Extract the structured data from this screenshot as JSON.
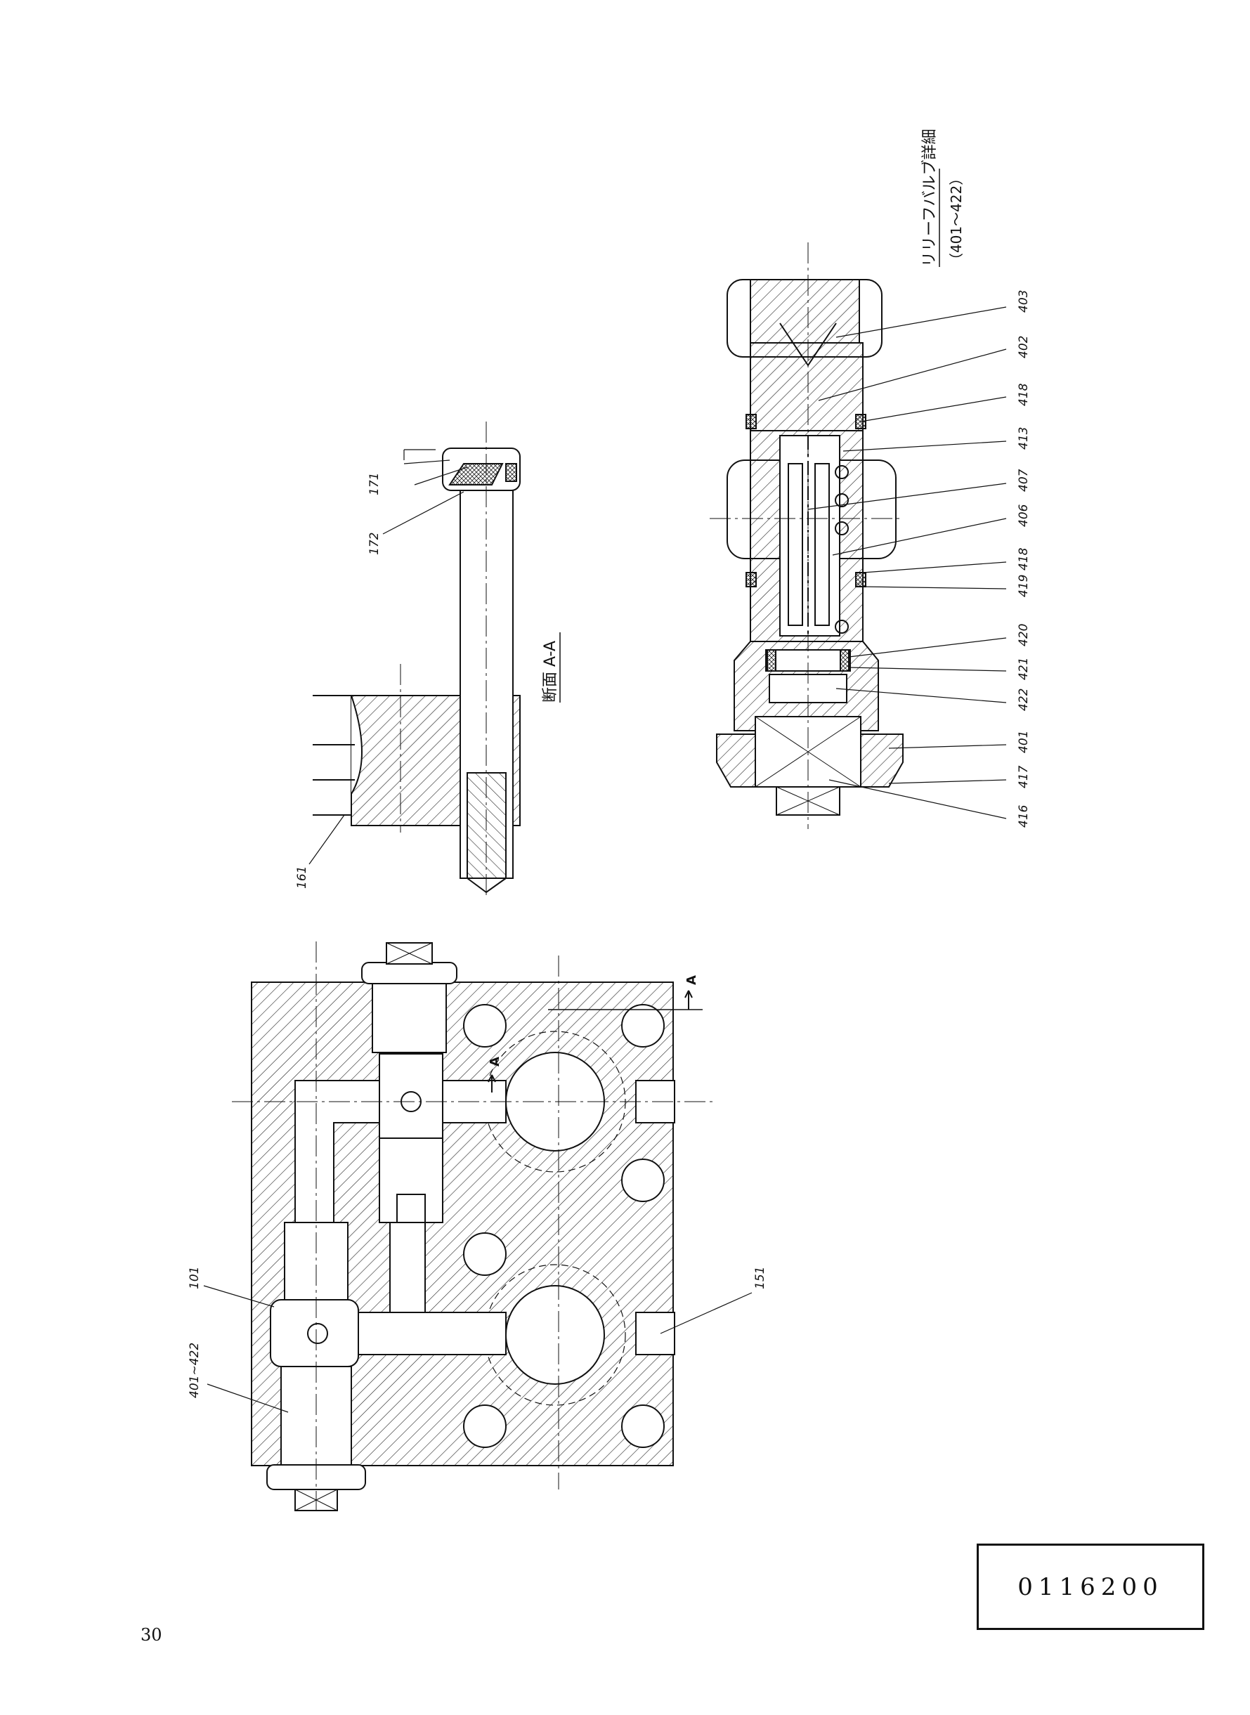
{
  "relief_valve_detail": {
    "title": "リリーフバルブ詳細",
    "subtitle": "（401～422）",
    "callouts": [
      "403",
      "402",
      "418",
      "413",
      "407",
      "406",
      "418",
      "419",
      "420",
      "421",
      "422",
      "401",
      "417",
      "416"
    ]
  },
  "section_view": {
    "title": "断面 A-A",
    "callouts": [
      "171",
      "172",
      "161"
    ]
  },
  "plan_view": {
    "callouts": [
      "101",
      "401~422",
      "151"
    ],
    "section_marks": [
      "A",
      "A"
    ]
  },
  "document_number": "0116200",
  "page_number": "30"
}
